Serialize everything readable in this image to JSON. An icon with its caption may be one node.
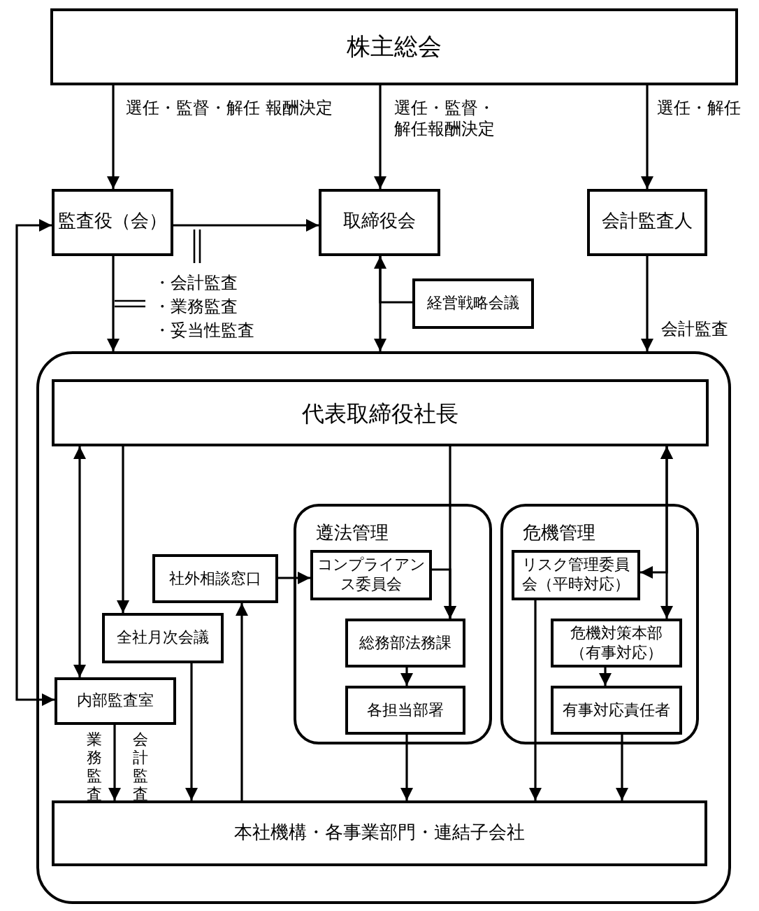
{
  "diagram": {
    "nodes": [
      {
        "text": [
          "株主総会"
        ]
      },
      {
        "text": [
          "監査役（会）"
        ]
      },
      {
        "text": [
          "取締役会"
        ]
      },
      {
        "text": [
          "会計監査人"
        ]
      },
      {
        "text": [
          "経営戦略会議"
        ]
      },
      {
        "text": [],
        "shape": "box"
      },
      {
        "text": [
          "代表取締役社長"
        ],
        "in": 5
      },
      {
        "text": [
          "遵法管理"
        ],
        "in": 5
      },
      {
        "text": [
          "危機管理"
        ],
        "in": 5
      },
      {
        "text": [
          "社外相談窓口"
        ],
        "in": 5
      },
      {
        "text": [
          "コンプライアンス委員会"
        ],
        "in": 7
      },
      {
        "text": [
          "リスク管理委員会（平時対応）"
        ],
        "in": 8
      },
      {
        "text": [
          "全社月次会議"
        ],
        "in": 5
      },
      {
        "text": [
          "総務部法務課"
        ],
        "in": 7
      },
      {
        "text": [
          "危機対策本部（有事対応）"
        ],
        "in": 8
      },
      {
        "text": [
          "内部監査室"
        ],
        "in": 5
      },
      {
        "text": [
          "各担当部署"
        ],
        "in": 7
      },
      {
        "text": [
          "有事対応責任者"
        ],
        "in": 8
      },
      {
        "text": [
          "本社機構・各事業部門・連結子会社"
        ],
        "in": 5
      }
    ],
    "edges": [
      {
        "from": 0,
        "to": 1,
        "arrow": "to",
        "label": "選任・監督・解任 報酬決定"
      },
      {
        "from": 0,
        "to": 2,
        "arrow": "to",
        "label": "選任・監督・解任報酬決定"
      },
      {
        "from": 0,
        "to": 3,
        "arrow": "to",
        "label": "選任・解任"
      },
      {
        "from": 1,
        "to": 2,
        "arrow": "to"
      },
      {
        "from": 1,
        "to": 5,
        "arrow": "to"
      },
      {
        "from": 2,
        "to": 5,
        "arrow": "both"
      },
      {
        "from": 4,
        "to": 2,
        "arrow": "none"
      },
      {
        "from": 3,
        "to": 5,
        "arrow": "to",
        "label": "会計監査"
      },
      {
        "from": 1,
        "to": 15,
        "arrow": "both"
      },
      {
        "from": 6,
        "to": 15,
        "arrow": "both"
      },
      {
        "from": 6,
        "to": 12,
        "arrow": "to"
      },
      {
        "from": 12,
        "to": 18,
        "arrow": "to"
      },
      {
        "from": 15,
        "to": 18,
        "arrow": "to",
        "label": "業務監査"
      },
      {
        "from": 18,
        "to": 9,
        "arrow": "to"
      },
      {
        "from": 9,
        "to": 10,
        "arrow": "to"
      },
      {
        "from": 6,
        "to": 13,
        "arrow": "to"
      },
      {
        "from": 10,
        "to": 13,
        "arrow": "to"
      },
      {
        "from": 13,
        "to": 16,
        "arrow": "to"
      },
      {
        "from": 16,
        "to": 18,
        "arrow": "to"
      },
      {
        "from": 6,
        "to": 11,
        "arrow": "both"
      },
      {
        "from": 6,
        "to": 14,
        "arrow": "both"
      },
      {
        "from": 11,
        "to": 18,
        "arrow": "to"
      },
      {
        "from": 14,
        "to": 17,
        "arrow": "to"
      },
      {
        "from": 17,
        "to": 18,
        "arrow": "to"
      }
    ],
    "labels": [
      "・会計監査",
      "・業務監査",
      "・妥当性監査",
      "会計監査"
    ]
  }
}
